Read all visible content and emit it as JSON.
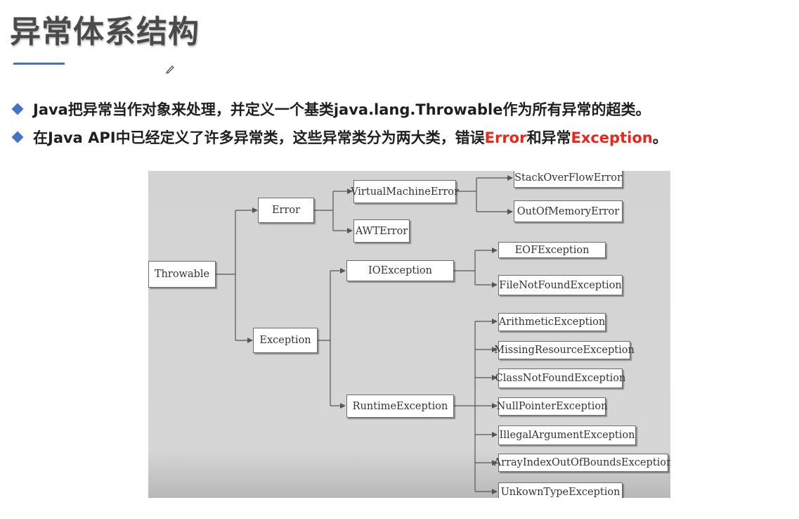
{
  "title": "异常体系结构",
  "bullets": [
    {
      "text": "Java把异常当作对象来处理，并定义一个基类java.lang.Throwable作为所有异常的超类。"
    },
    {
      "prefix": "在Java API中已经定义了许多异常类，这些异常类分为两大类，错误",
      "error": "Error",
      "middle": "和异常",
      "exception": "Exception",
      "suffix": "。"
    }
  ],
  "accent_color": "#4472c4",
  "highlight_color": "#e8261a",
  "diagram": {
    "nodes": {
      "throwable": "Throwable",
      "error": "Error",
      "exception": "Exception",
      "virtual_machine_error": "VirtualMachineError",
      "awt_error": "AWTError",
      "stack_overflow_error": "StackOverFlowError",
      "out_of_memory_error": "OutOfMemoryError",
      "io_exception": "IOException",
      "runtime_exception": "RuntimeException",
      "eof_exception": "EOFException",
      "file_not_found_exception": "FileNotFoundException",
      "arithmetic_exception": "ArithmeticException",
      "missing_resource_exception": "MissingResourceException",
      "class_not_found_exception": "ClassNotFoundException",
      "null_pointer_exception": "NullPointerException",
      "illegal_argument_exception": "IllegalArgumentException",
      "array_index_out_of_bounds_exception": "ArrayIndexOutOfBoundsException",
      "unknown_type_exception": "UnkownTypeException"
    }
  }
}
